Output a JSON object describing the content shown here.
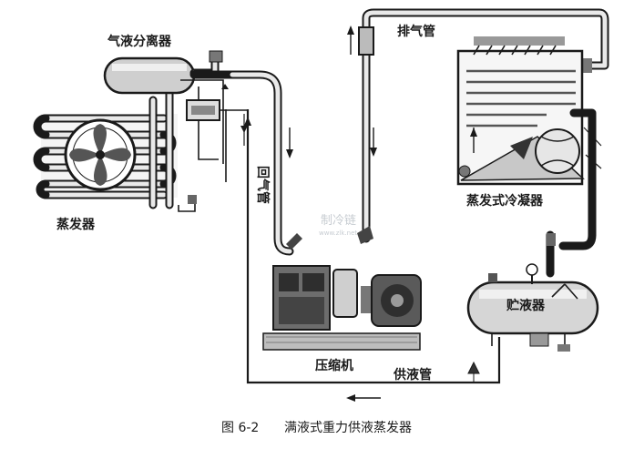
{
  "labels": {
    "separator": "气液分离器",
    "discharge_pipe": "排气管",
    "return_pipe": "回气管",
    "evaporator": "蒸发器",
    "condenser": "蒸发式冷凝器",
    "receiver": "贮液器",
    "compressor": "压缩机",
    "supply_pipe": "供液管"
  },
  "caption": {
    "figure_number": "图 6-2",
    "title": "满液式重力供液蒸发器"
  },
  "watermark": {
    "logo_text": "制冷链",
    "url": "www.zlk.net"
  }
}
